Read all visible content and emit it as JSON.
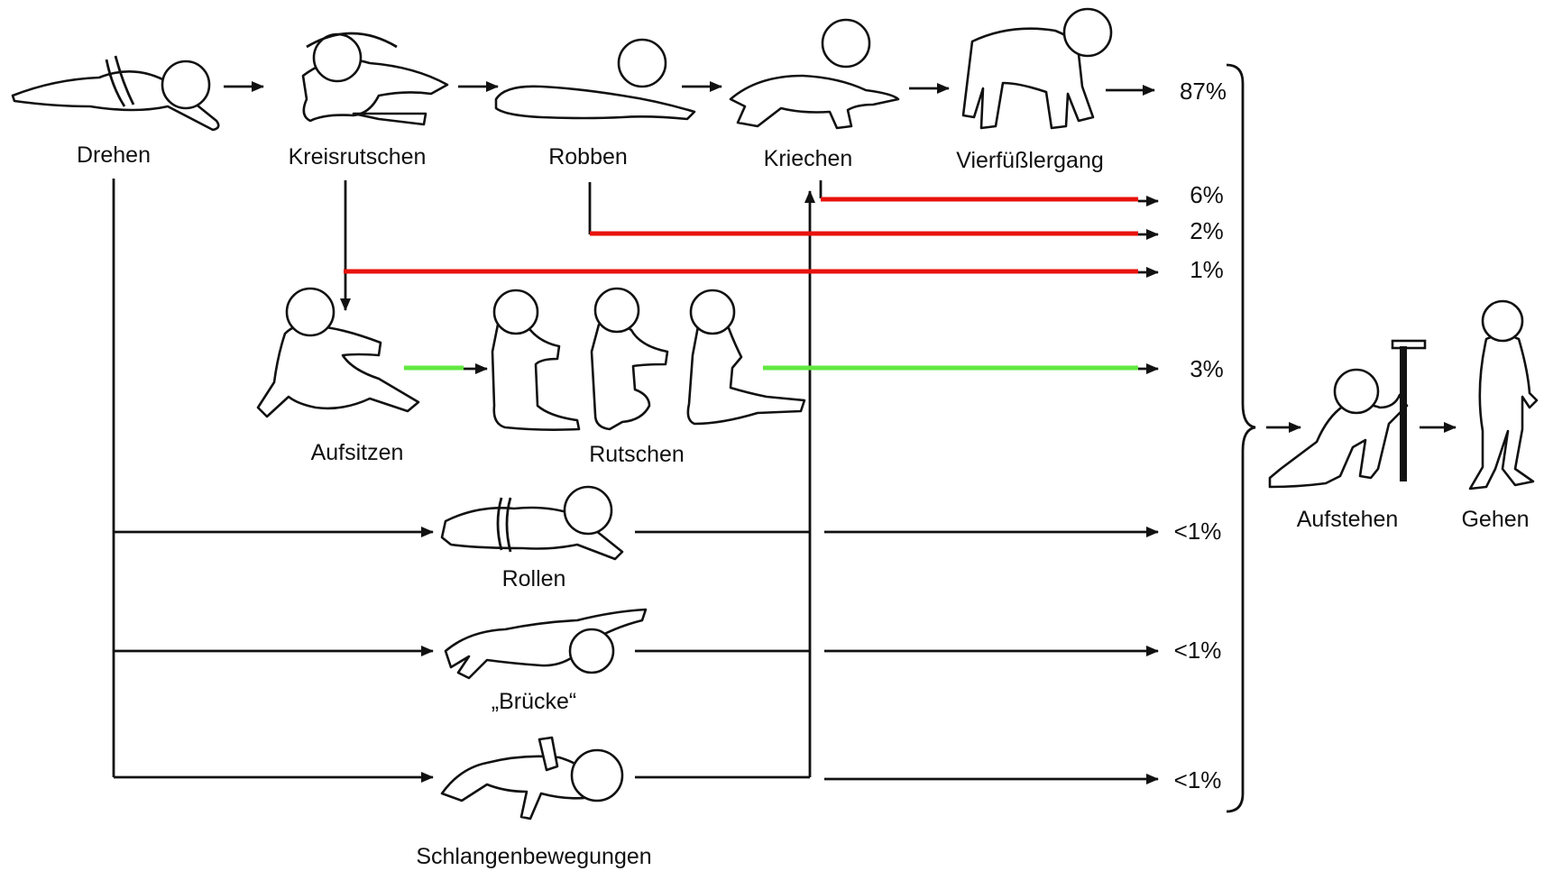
{
  "stages": {
    "drehen": "Drehen",
    "kreisrutschen": "Kreisrutschen",
    "robben": "Robben",
    "kriechen": "Kriechen",
    "vierfuessler": "Vierfüßlergang",
    "aufsitzen": "Aufsitzen",
    "rutschen": "Rutschen",
    "rollen": "Rollen",
    "bruecke": "„Brücke“",
    "schlangen": "Schlangenbewegungen",
    "aufstehen": "Aufstehen",
    "gehen": "Gehen"
  },
  "percentages": {
    "vierfuessler": "87%",
    "kriechen": "6%",
    "robben": "2%",
    "kreisrutschen": "1%",
    "rutschen": "3%",
    "rollen": "<1%",
    "bruecke": "<1%",
    "schlangen": "<1%"
  },
  "colors": {
    "line": "#111111",
    "alternative_path": "#e8120c",
    "sitting_path": "#62e840"
  },
  "icons": {
    "baby": "baby-figure-icon",
    "arrow": "arrow-icon",
    "brace": "curly-brace-icon",
    "furniture": "support-post-icon"
  }
}
